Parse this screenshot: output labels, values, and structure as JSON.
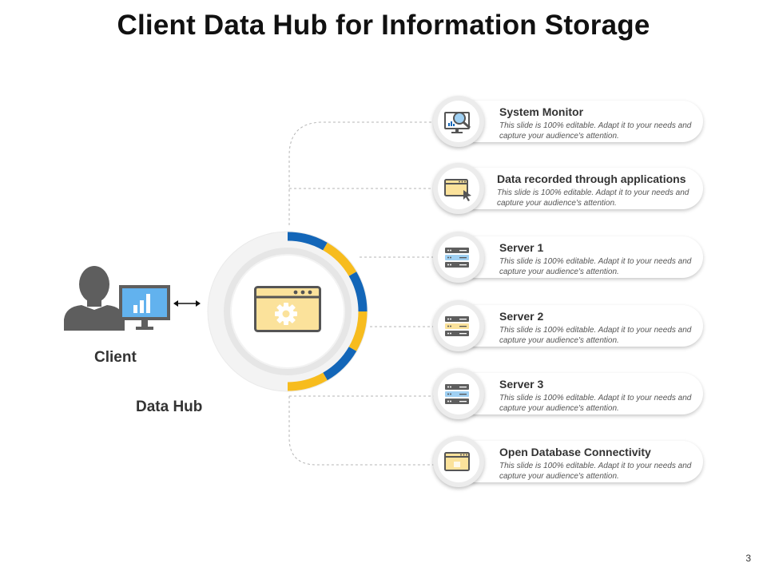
{
  "title": "Client Data Hub for Information Storage",
  "client_label": "Client",
  "hub_label": "Data Hub",
  "page_number": "3",
  "colors": {
    "blue": "#1366b8",
    "yellow": "#f7bc1e",
    "gray_icon": "#5e5e5e",
    "monitor_screen": "#62b2ee",
    "window_fill": "#fbe29b"
  },
  "items": [
    {
      "title": "System Monitor",
      "description": "This slide is 100% editable. Adapt it to your needs and capture your audience's attention.",
      "icon": "system-monitor-icon"
    },
    {
      "title": "Data recorded through applications",
      "description": "This slide is 100% editable. Adapt it to your needs and capture your audience's attention.",
      "icon": "app-window-cursor-icon"
    },
    {
      "title": "Server 1",
      "description": "This slide is 100% editable. Adapt it to your needs and capture your audience's attention.",
      "icon": "server-icon"
    },
    {
      "title": "Server 2",
      "description": "This slide is 100% editable. Adapt it to your needs and capture your audience's attention.",
      "icon": "server-icon"
    },
    {
      "title": "Server 3",
      "description": "This slide is 100% editable. Adapt it to your needs and capture your audience's attention.",
      "icon": "server-icon"
    },
    {
      "title": "Open Database Connectivity",
      "description": "This slide is 100% editable. Adapt it to your needs and capture your audience's attention.",
      "icon": "database-window-icon"
    }
  ]
}
